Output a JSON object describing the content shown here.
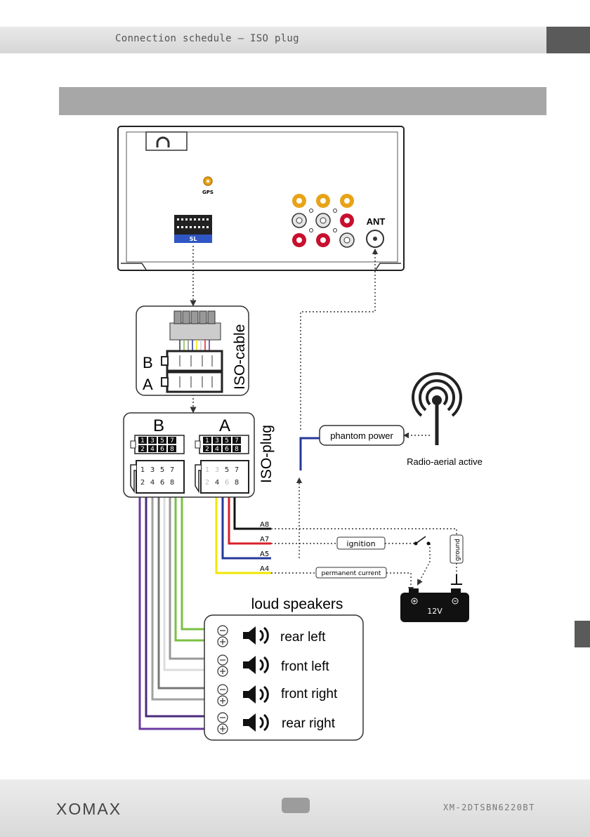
{
  "header": {
    "title": "Connection schedule – ISO plug"
  },
  "device": {
    "gps_label": "GPS",
    "sl_label": "SL",
    "ant_label": "ANT"
  },
  "iso_cable": {
    "title": "ISO-cable",
    "label_b": "B",
    "label_a": "A"
  },
  "iso_plug": {
    "title": "ISO-plug",
    "label_b": "B",
    "label_a": "A",
    "pins_top": [
      "1",
      "3",
      "5",
      "7"
    ],
    "pins_bottom": [
      "2",
      "4",
      "6",
      "8"
    ]
  },
  "antenna": {
    "phantom_power": "phantom power",
    "aerial_label": "Radio-aerial active"
  },
  "wires": {
    "a8": "A8",
    "a7": "A7",
    "a5": "A5",
    "a4": "A4",
    "ignition": "ignition",
    "permanent_current": "permanent current",
    "ground": "ground"
  },
  "battery": {
    "voltage": "12V"
  },
  "speakers": {
    "title": "loud speakers",
    "items": [
      "rear left",
      "front left",
      "front right",
      "rear right"
    ]
  },
  "footer": {
    "brand": "XOMAX",
    "model": "XM-2DTSBN6220BT"
  },
  "colors": {
    "wire_yellow": "#f2e600",
    "wire_red": "#d8202a",
    "wire_blue": "#26389a",
    "wire_black": "#111111",
    "wire_green": "#7ac142",
    "wire_white": "#cfcfcf",
    "wire_gray": "#8a8a8a",
    "wire_purple": "#5b2d8e",
    "rca_yellow": "#e8a317",
    "rca_red": "#c8102e"
  }
}
